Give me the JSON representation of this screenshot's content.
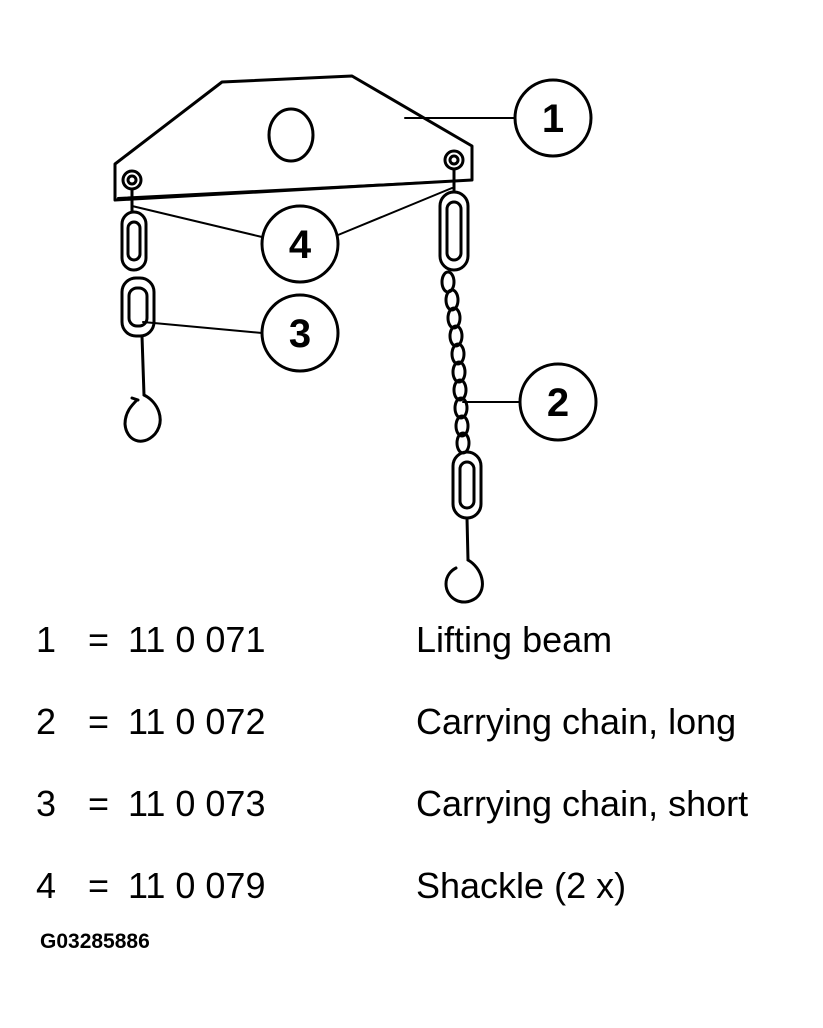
{
  "callouts": [
    "1",
    "2",
    "3",
    "4"
  ],
  "legend": [
    {
      "num": "1",
      "eq": "=",
      "part": "11 0 071",
      "desc": "Lifting beam"
    },
    {
      "num": "2",
      "eq": "=",
      "part": "11 0 072",
      "desc": "Carrying chain, long"
    },
    {
      "num": "3",
      "eq": "=",
      "part": "11 0 073",
      "desc": "Carrying chain, short"
    },
    {
      "num": "4",
      "eq": "=",
      "part": "11 0 079",
      "desc": "Shackle (2 x)"
    }
  ],
  "figure_id": "G03285886"
}
